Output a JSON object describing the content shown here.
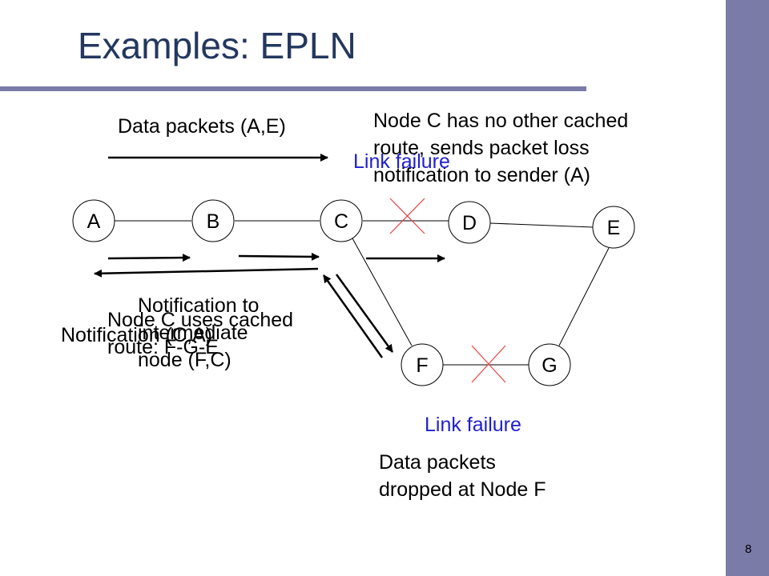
{
  "slide": {
    "title": "Examples: EPLN",
    "page_number": "8"
  },
  "nodes": [
    "A",
    "B",
    "C",
    "D",
    "E",
    "F",
    "G"
  ],
  "labels": {
    "data_packets_ae": "Data packets (A,E)",
    "node_c_no_route": [
      "Node C has no other cached",
      "route, sends packet loss",
      "notification to sender (A)"
    ],
    "link_failure_cd": "Link failure",
    "link_failure_fg": "Link failure",
    "notification_intermediate": [
      "Notification to",
      "intermediate",
      "node (F,C)"
    ],
    "node_c_cached": [
      "Node C uses cached",
      "route: F-G-E"
    ],
    "notification_ca": "Notification (C,A)",
    "dropped_at_f": [
      "Data packets",
      "dropped at Node F"
    ]
  },
  "colors": {
    "title": "#23375f",
    "accent_bar": "#7b7ba8",
    "link_failure_text": "#1f1fd0",
    "failure_cross": "#e84040"
  }
}
